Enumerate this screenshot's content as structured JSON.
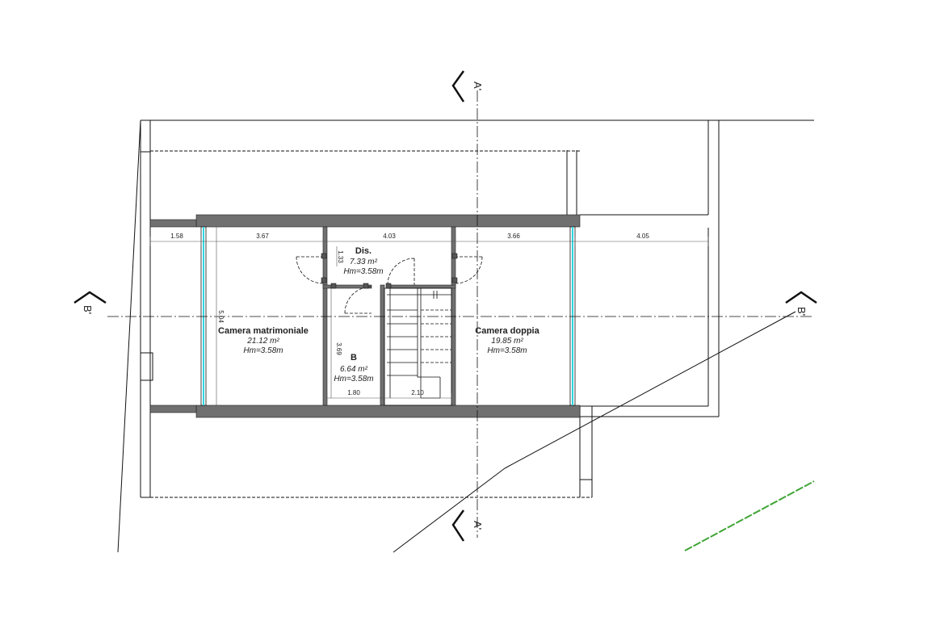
{
  "section_marks": {
    "a_top": "A'",
    "a_bottom": "A'",
    "b_left": "B'",
    "b_right": "B'"
  },
  "rooms": {
    "matrimoniale": {
      "name": "Camera matrimoniale",
      "area": "21.12 m²",
      "height": "Hm=3.58m"
    },
    "disimpegno": {
      "name": "Dis.",
      "area": "7.33 m²",
      "height": "Hm=3.58m"
    },
    "bagno": {
      "name": "B",
      "area": "6.64 m²",
      "height": "Hm=3.58m"
    },
    "doppia": {
      "name": "Camera doppia",
      "area": "19.85 m²",
      "height": "Hm=3.58m"
    }
  },
  "dimensions": {
    "top_1": "1.58",
    "top_2": "3.67",
    "top_3": "4.03",
    "top_4": "3.66",
    "top_5": "4.05",
    "left_height": "5.04",
    "bath_height": "3.69",
    "dis_height": "1.33",
    "bottom_bath": "1.80",
    "bottom_stair": "2.10"
  },
  "colors": {
    "wall": "#707070",
    "line": "#111111",
    "glass": "#2fd4e0",
    "dim": "#555555",
    "green_dash": "#3fa535"
  }
}
